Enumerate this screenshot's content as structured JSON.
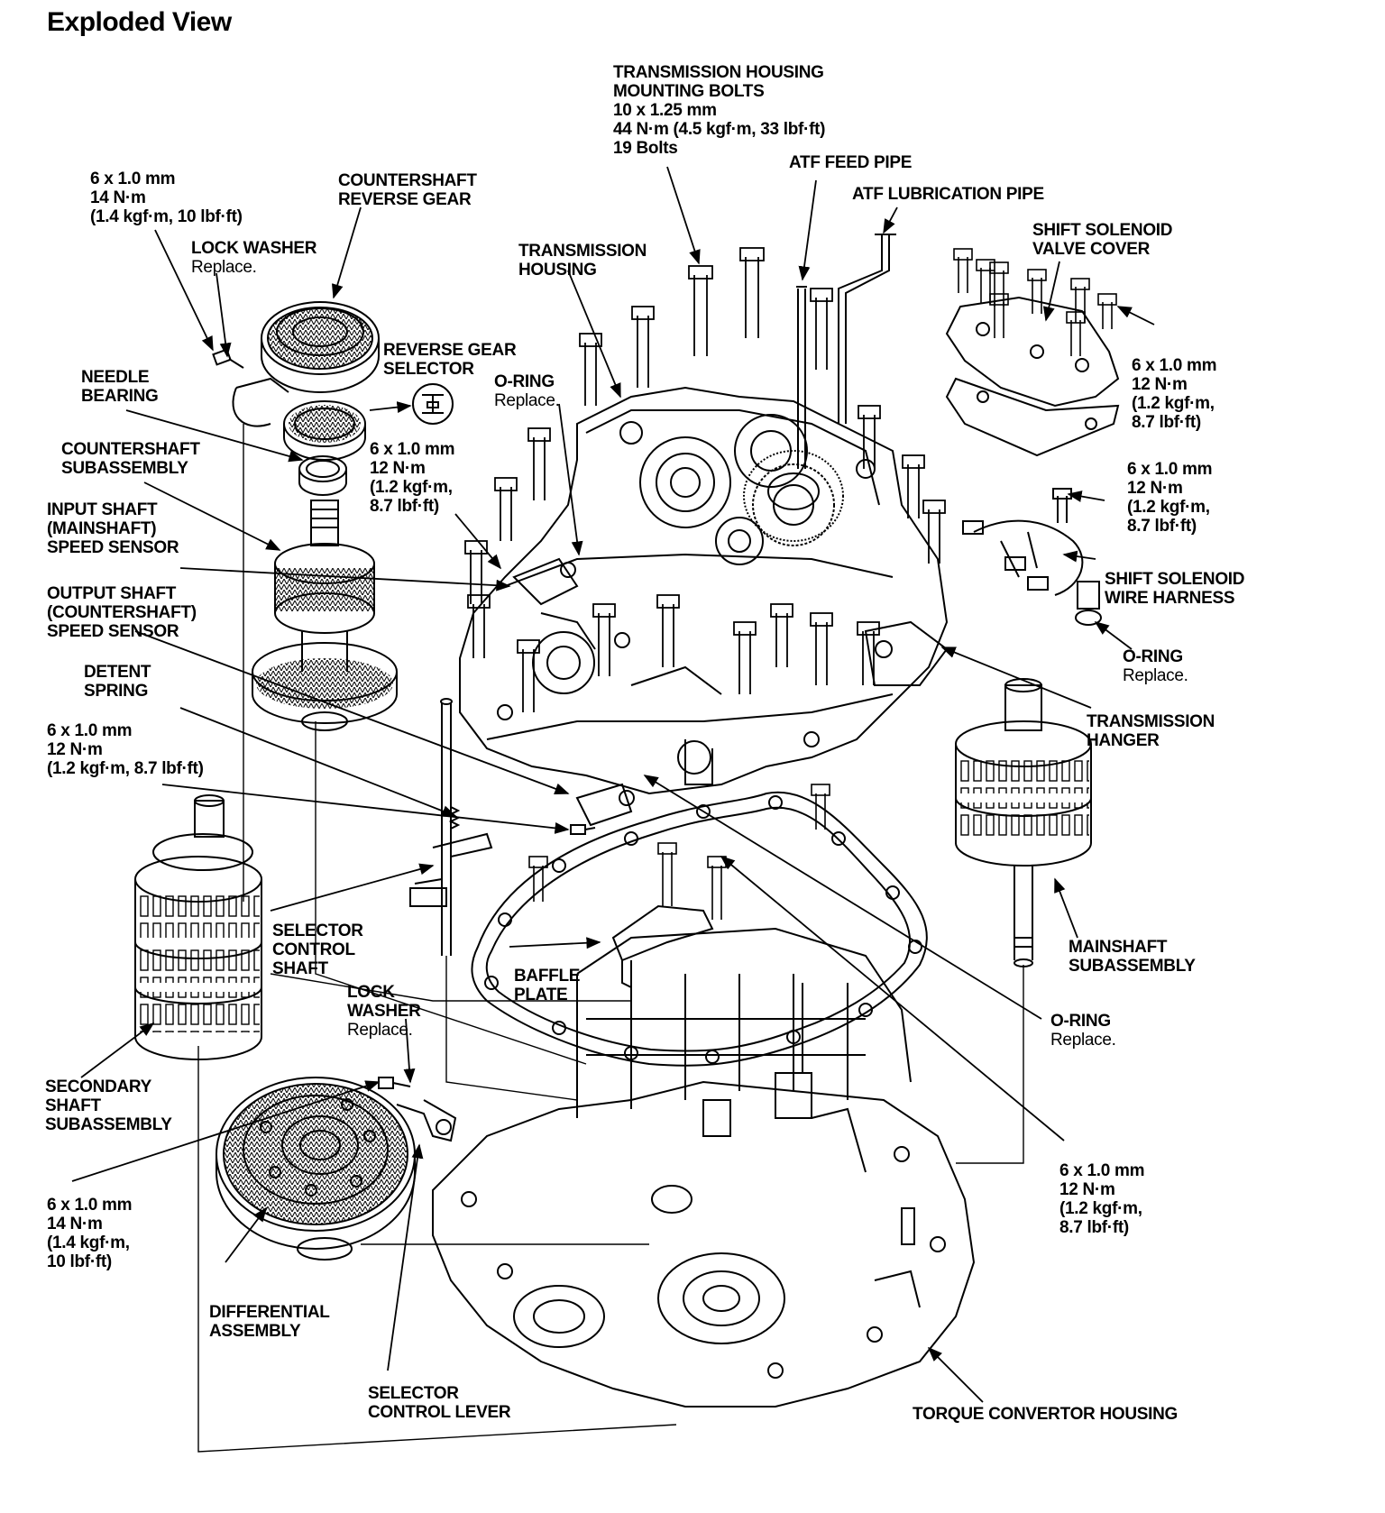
{
  "title": "Exploded View",
  "labels": {
    "housing_bolts": [
      "TRANSMISSION HOUSING",
      "MOUNTING BOLTS",
      "10 x 1.25 mm",
      "44 N·m (4.5 kgf·m, 33 lbf·ft)",
      "19 Bolts"
    ],
    "atf_feed_pipe": [
      "ATF FEED PIPE"
    ],
    "atf_lub_pipe": [
      "ATF LUBRICATION PIPE"
    ],
    "bolt_14nm_top": [
      "6 x 1.0 mm",
      "14 N·m",
      "(1.4 kgf·m, 10 lbf·ft)"
    ],
    "countershaft_reverse_gear": [
      "COUNTERSHAFT",
      "REVERSE GEAR"
    ],
    "lock_washer_top": {
      "name": "LOCK WASHER",
      "note": "Replace."
    },
    "transmission_housing": [
      "TRANSMISSION",
      "HOUSING"
    ],
    "shift_solenoid_cover": [
      "SHIFT SOLENOID",
      "VALVE COVER"
    ],
    "reverse_gear_selector": [
      "REVERSE GEAR",
      "SELECTOR"
    ],
    "needle_bearing": [
      "NEEDLE",
      "BEARING"
    ],
    "oring_top": {
      "name": "O-RING",
      "note": "Replace."
    },
    "bolt_12nm_right_top": [
      "6 x 1.0 mm",
      "12 N·m",
      "(1.2 kgf·m,",
      "8.7 lbf·ft)"
    ],
    "countershaft_sub": [
      "COUNTERSHAFT",
      "SUBASSEMBLY"
    ],
    "bolt_12nm_center": [
      "6 x 1.0 mm",
      "12 N·m",
      "(1.2 kgf·m,",
      "8.7 lbf·ft)"
    ],
    "bolt_12nm_right_mid": [
      "6 x 1.0 mm",
      "12 N·m",
      "(1.2 kgf·m,",
      "8.7 lbf·ft)"
    ],
    "input_shaft_sensor": [
      "INPUT SHAFT",
      "(MAINSHAFT)",
      "SPEED SENSOR"
    ],
    "shift_solenoid_harness": [
      "SHIFT SOLENOID",
      "WIRE HARNESS"
    ],
    "output_shaft_sensor": [
      "OUTPUT SHAFT",
      "(COUNTERSHAFT)",
      "SPEED SENSOR"
    ],
    "oring_right": {
      "name": "O-RING",
      "note": "Replace."
    },
    "detent_spring": [
      "DETENT",
      "SPRING"
    ],
    "transmission_hanger": [
      "TRANSMISSION",
      "HANGER"
    ],
    "bolt_12nm_left": [
      "6 x 1.0 mm",
      "12 N·m",
      "(1.2 kgf·m, 8.7 lbf·ft)"
    ],
    "selector_control_shaft": [
      "SELECTOR",
      "CONTROL",
      "SHAFT"
    ],
    "mainshaft_sub": [
      "MAINSHAFT",
      "SUBASSEMBLY"
    ],
    "baffle_plate": [
      "BAFFLE",
      "PLATE"
    ],
    "lock_washer_bottom": {
      "name": "LOCK",
      "name2": "WASHER",
      "note": "Replace."
    },
    "oring_bottom": {
      "name": "O-RING",
      "note": "Replace."
    },
    "secondary_shaft": [
      "SECONDARY",
      "SHAFT",
      "SUBASSEMBLY"
    ],
    "bolt_12nm_bottom_right": [
      "6 x 1.0 mm",
      "12 N·m",
      "(1.2 kgf·m,",
      "8.7 lbf·ft)"
    ],
    "bolt_14nm_bottom": [
      "6 x 1.0 mm",
      "14 N·m",
      "(1.4 kgf·m,",
      "10 lbf·ft)"
    ],
    "differential": [
      "DIFFERENTIAL",
      "ASSEMBLY"
    ],
    "selector_control_lever": [
      "SELECTOR",
      "CONTROL LEVER"
    ],
    "torque_converter_housing": [
      "TORQUE CONVERTOR HOUSING"
    ]
  }
}
